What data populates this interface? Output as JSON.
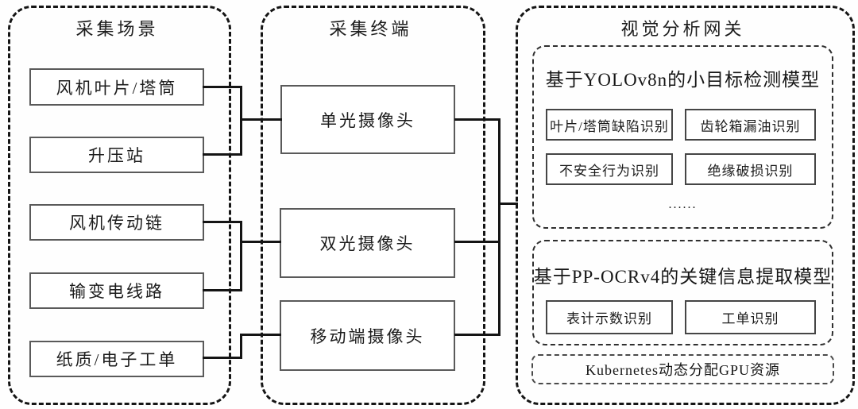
{
  "panels": {
    "scenes": {
      "title": "采集场景",
      "items": [
        "风机叶片/塔筒",
        "升压站",
        "风机传动链",
        "输变电线路",
        "纸质/电子工单"
      ]
    },
    "terminals": {
      "title": "采集终端",
      "items": [
        "单光摄像头",
        "双光摄像头",
        "移动端摄像头"
      ]
    },
    "gateway": {
      "title": "视觉分析网关",
      "yolo_model": {
        "title": "基于YOLOv8n的小目标检测模型",
        "items": [
          "叶片/塔筒缺陷识别",
          "齿轮箱漏油识别",
          "不安全行为识别",
          "绝缘破损识别"
        ],
        "ellipsis": "......"
      },
      "ocr_model": {
        "title": "基于PP-OCRv4的关键信息提取模型",
        "items": [
          "表计示数识别",
          "工单识别"
        ]
      },
      "k8s_label": "Kubernetes动态分配GPU资源"
    }
  },
  "colors": {
    "line": "#141414",
    "panel_border": "#151515",
    "box_border": "#5a5a5a",
    "text": "#1c1c1c"
  }
}
